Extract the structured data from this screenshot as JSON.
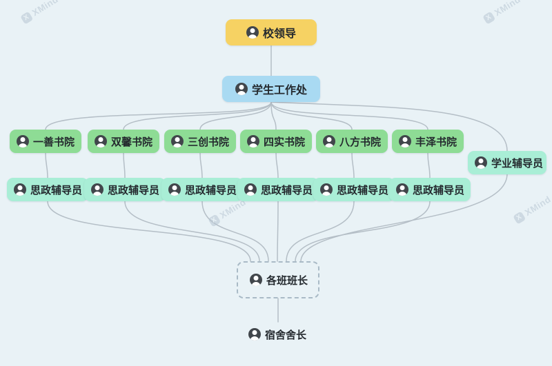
{
  "app": "XMind",
  "watermark": {
    "label": "XMind"
  },
  "org": {
    "root": {
      "label": "校领导"
    },
    "office": {
      "label": "学生工作处"
    },
    "academies": [
      {
        "label": "一善书院"
      },
      {
        "label": "双馨书院"
      },
      {
        "label": "三创书院"
      },
      {
        "label": "四实书院"
      },
      {
        "label": "八方书院"
      },
      {
        "label": "丰泽书院"
      }
    ],
    "academic_advisor": {
      "label": "学业辅导员"
    },
    "political_advisors": [
      {
        "label": "思政辅导员"
      },
      {
        "label": "思政辅导员"
      },
      {
        "label": "思政辅导员"
      },
      {
        "label": "思政辅导员"
      },
      {
        "label": "思政辅导员"
      },
      {
        "label": "思政辅导员"
      }
    ],
    "class_monitor": {
      "label": "各班班长"
    },
    "dorm_head": {
      "label": "宿舍舍长"
    }
  },
  "colors": {
    "background": "#e9f2f6",
    "root": "#f6d263",
    "office": "#a9daf2",
    "academy": "#8edc95",
    "advisor": "#a9eed6",
    "connector": "#b4bec6",
    "dashed_border": "#a9bac6"
  }
}
